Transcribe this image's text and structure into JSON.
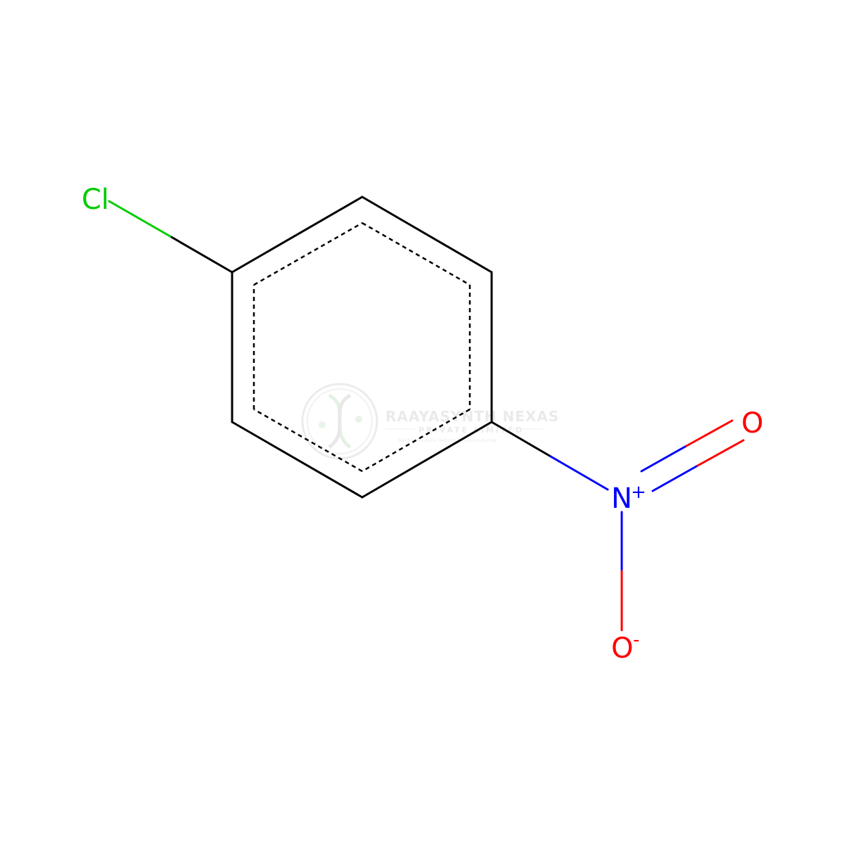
{
  "molecule": {
    "atoms": {
      "chlorine": "Cl",
      "nitrogen": "N",
      "nitrogen_charge": "+",
      "oxygen_double": "O",
      "oxygen_single": "O",
      "oxygen_charge": "-"
    }
  },
  "watermark": {
    "title": "RAAYASYNTH NEXAS",
    "subtitle": "PRIVATE LIMITED",
    "tagline": "Building Solutions, Tailoring Molecule's Journey"
  },
  "colors": {
    "bond": "#000000",
    "chlorine": "#00cc00",
    "nitrogen": "#0000ff",
    "oxygen": "#ff0000",
    "watermark": "#d9d9d9"
  }
}
